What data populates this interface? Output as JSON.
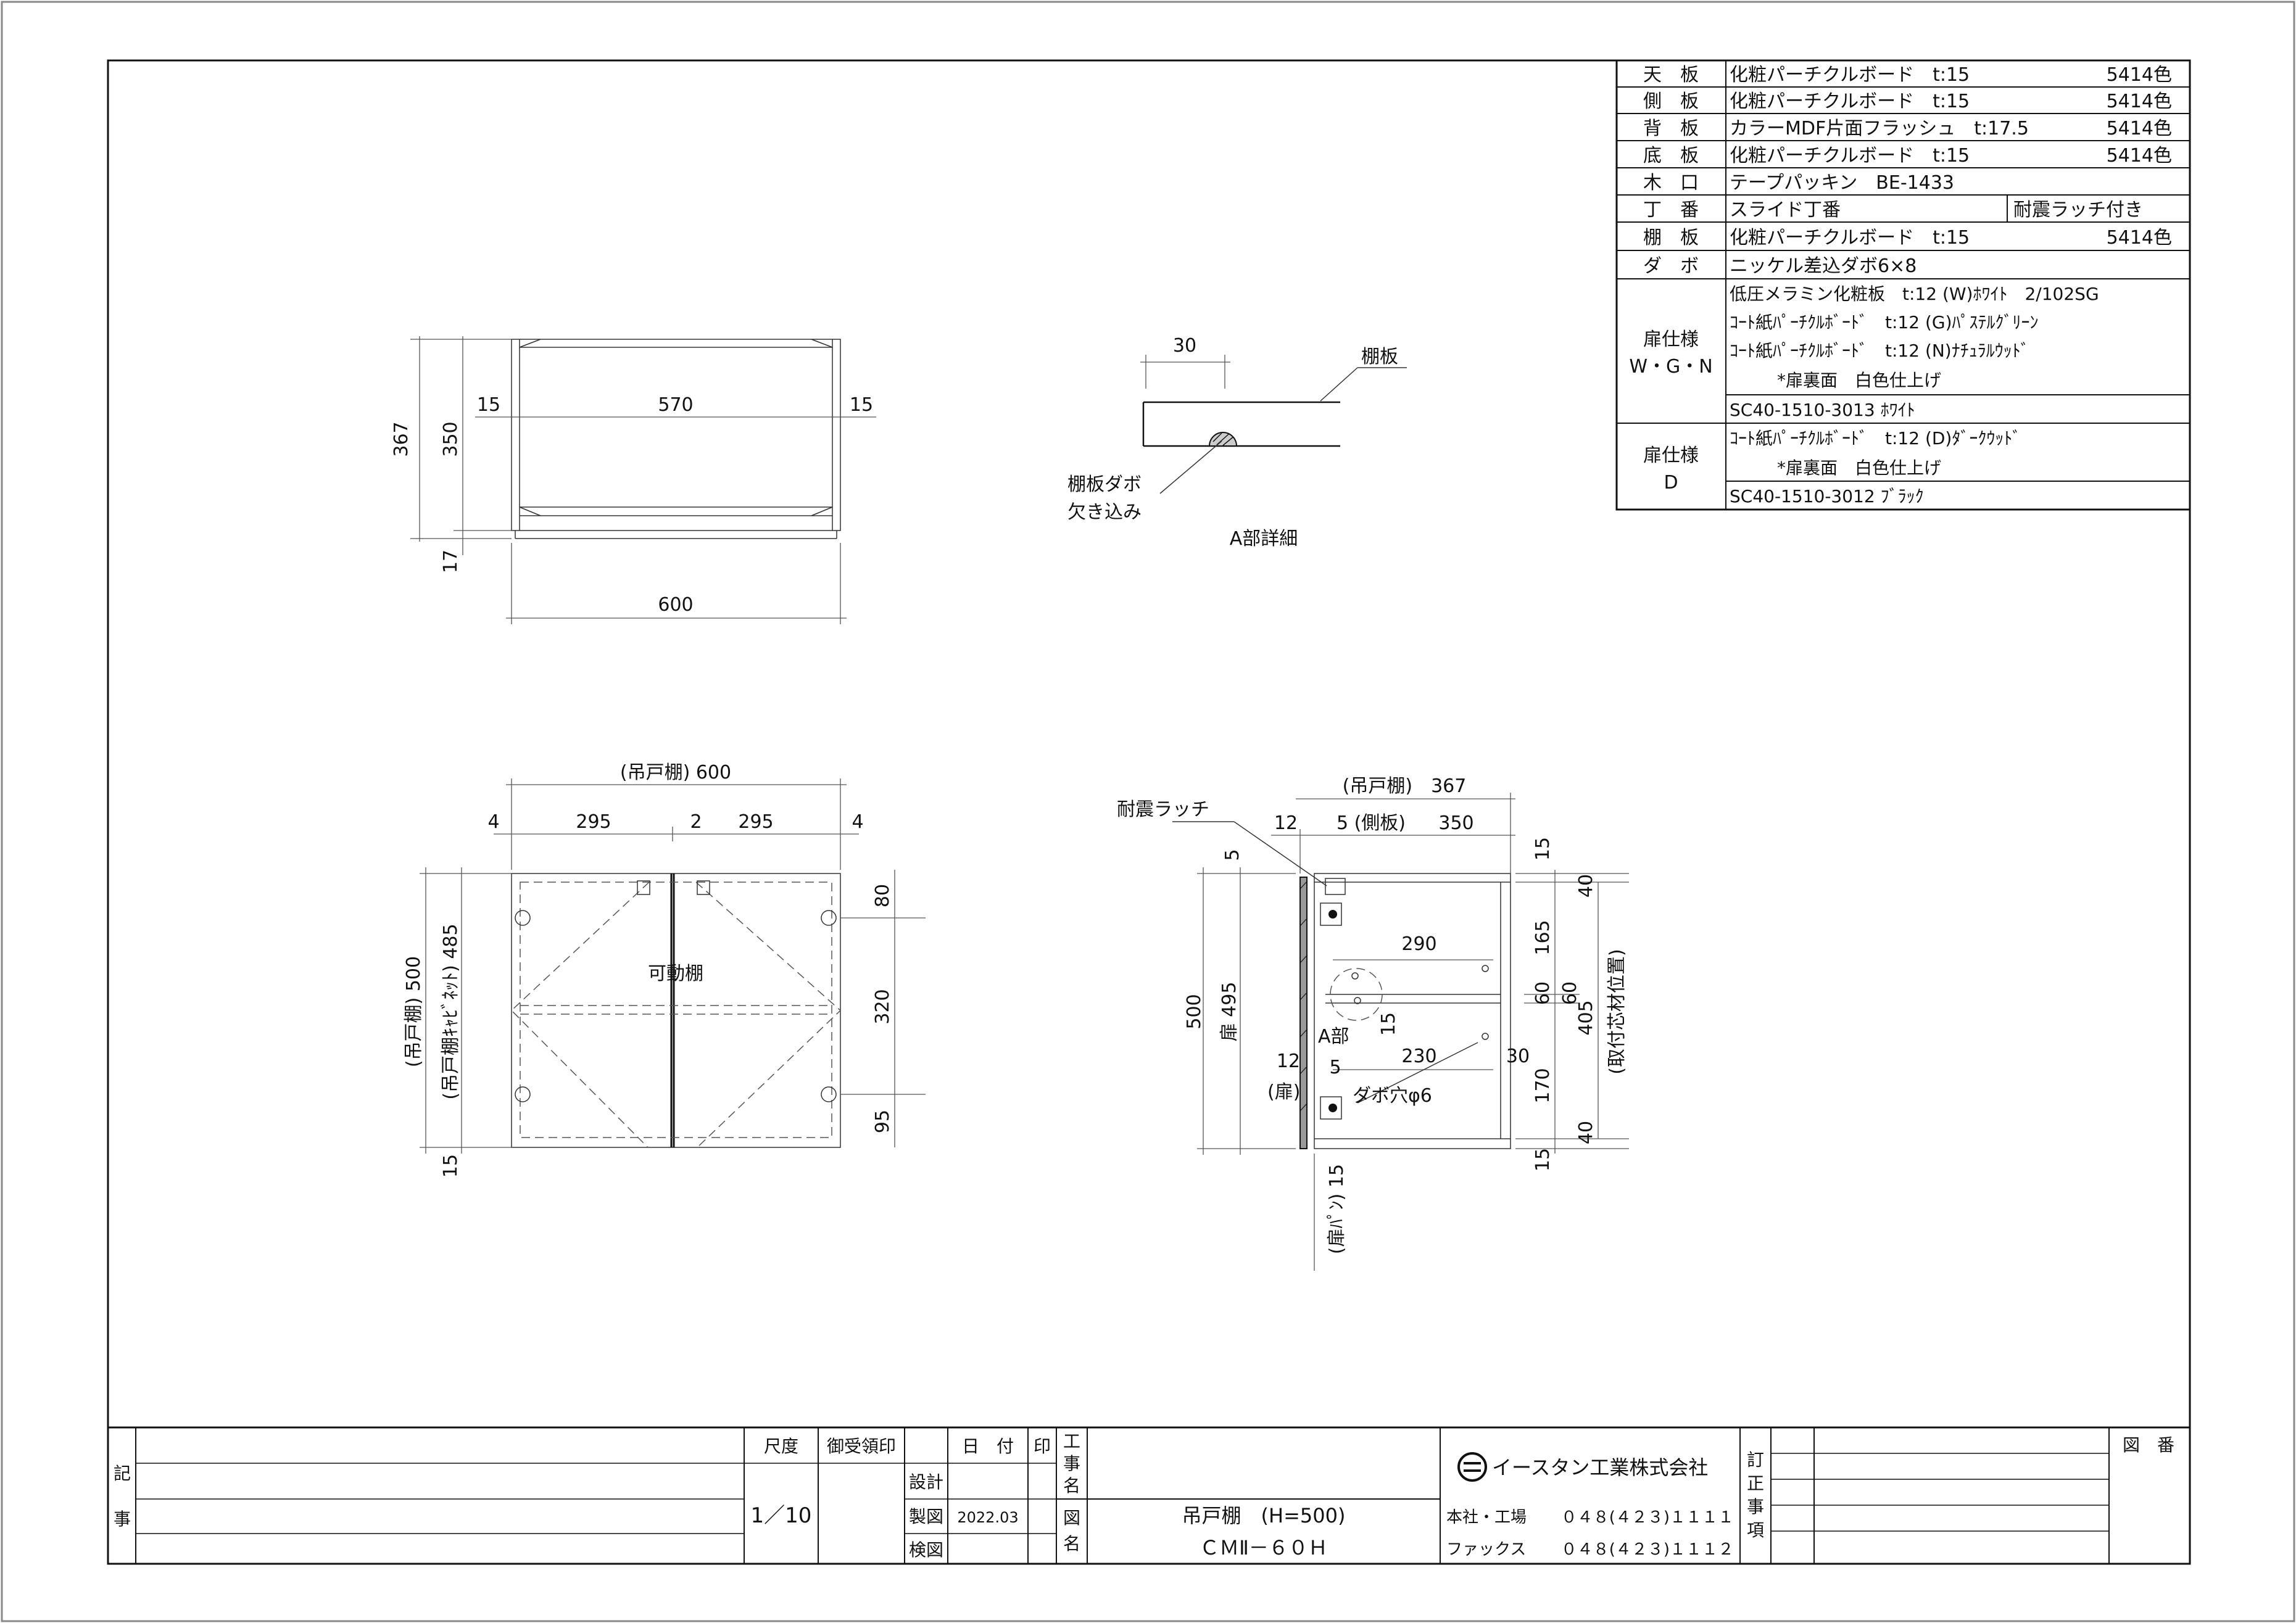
{
  "spec_table": {
    "rows": [
      {
        "part": "天　板",
        "desc": "化粧パーチクルボード　t:15",
        "color": "5414色"
      },
      {
        "part": "側　板",
        "desc": "化粧パーチクルボード　t:15",
        "color": "5414色"
      },
      {
        "part": "背　板",
        "desc": "カラーMDF片面フラッシュ　t:17.5",
        "color": "5414色"
      },
      {
        "part": "底　板",
        "desc": "化粧パーチクルボード　t:15",
        "color": "5414色"
      },
      {
        "part": "木　口",
        "desc": "テープパッキン　BE-1433",
        "color": ""
      },
      {
        "part": "丁　番",
        "desc": "スライド丁番",
        "extra": "耐震ラッチ付き"
      },
      {
        "part": "棚　板",
        "desc": "化粧パーチクルボード　t:15",
        "color": "5414色"
      },
      {
        "part": "ダ　ボ",
        "desc": "ニッケル差込ダボ6×8",
        "color": ""
      }
    ],
    "door_wgn": {
      "label_1": "扉仕様",
      "label_2": "W・G・N",
      "lines": [
        "低圧メラミン化粧板　t:12 (W)ﾎﾜｲﾄ　2/102SG",
        "ｺｰﾄ紙ﾊﾟｰﾁｸﾙﾎﾞｰﾄﾞ　t:12 (G)ﾊﾟｽﾃﾙｸﾞﾘｰﾝ",
        "ｺｰﾄ紙ﾊﾟｰﾁｸﾙﾎﾞｰﾄﾞ　t:12 (N)ﾅﾁｭﾗﾙｳｯﾄﾞ",
        "*扉裏面　白色仕上げ",
        "SC40-1510-3013 ﾎﾜｲﾄ"
      ]
    },
    "door_d": {
      "label_1": "扉仕様",
      "label_2": "D",
      "lines": [
        "ｺｰﾄ紙ﾊﾟｰﾁｸﾙﾎﾞｰﾄﾞ　t:12 (D)ﾀﾞｰｸｳｯﾄﾞ",
        "*扉裏面　白色仕上げ",
        "SC40-1510-3012 ﾌﾞﾗｯｸ"
      ]
    }
  },
  "plan_view": {
    "dim_367": "367",
    "dim_350": "350",
    "dim_17": "17",
    "dim_15_left": "15",
    "dim_570": "570",
    "dim_15_right": "15",
    "dim_600": "600"
  },
  "detail_a": {
    "dim_30": "30",
    "shelf_label": "棚板",
    "notch_line1": "棚板ダボ",
    "notch_line2": "欠き込み",
    "title": "A部詳細"
  },
  "front_view": {
    "top_dim": "(吊戸棚) 600",
    "dim_4_left": "4",
    "dim_295_left": "295",
    "dim_2": "2",
    "dim_295_right": "295",
    "dim_4_right": "4",
    "dim_500": "(吊戸棚)  500",
    "dim_485": "(吊戸棚ｷｬﾋﾞﾈｯﾄ)  485",
    "dim_15": "15",
    "dim_80": "80",
    "dim_320": "320",
    "dim_95": "95",
    "shelf_label": "可動棚"
  },
  "side_view": {
    "top_dim": "(吊戸棚)　367",
    "dim_12": "12",
    "dim_5_side": "5 (側板)",
    "dim_350": "350",
    "latch_label": "耐震ラッチ",
    "dim_5_top": "5",
    "dim_500": "500",
    "dim_495": "扉  495",
    "dim_290": "290",
    "dim_15_mid": "15",
    "part_a": "A部",
    "dim_12_door": "12",
    "door_label": "(扉)",
    "dim_5_b": "5",
    "dim_230": "230",
    "dim_30": "30",
    "dowel_label": "ダボ穴φ6",
    "panel_15": "(扉ﾊﾟﾝ) 15",
    "r15_top": "15",
    "r40_top": "40",
    "r165": "165",
    "r60a": "60",
    "r60b": "60",
    "r170": "170",
    "r40_bot": "40",
    "r15_bot": "15",
    "r405": "405",
    "r_label": "(取付芯材位置)"
  },
  "title_block": {
    "notes_label_1": "記",
    "notes_label_2": "事",
    "scale_label": "尺度",
    "scale_value": "1／10",
    "approval_label": "御受領印",
    "date_label": "日　付",
    "seal_label": "印",
    "design_label": "設計",
    "drawn_label": "製図",
    "drawn_date": "2022.03",
    "check_label": "検図",
    "project_label": [
      "工",
      "事",
      "名"
    ],
    "drawing_label": [
      "図",
      "名"
    ],
    "drawing_name": "吊戸棚　(H=500)",
    "drawing_code": "ＣＭⅡ－６０Ｈ",
    "company": "イースタン工業株式会社",
    "office_label": "本社・工場",
    "office_tel": "０４８(４２３)１１１１",
    "fax_label": "ファックス",
    "fax_tel": "０４８(４２３)１１１２",
    "revision_label": [
      "訂",
      "正",
      "事",
      "項"
    ],
    "drawing_no_label": "図　番"
  }
}
